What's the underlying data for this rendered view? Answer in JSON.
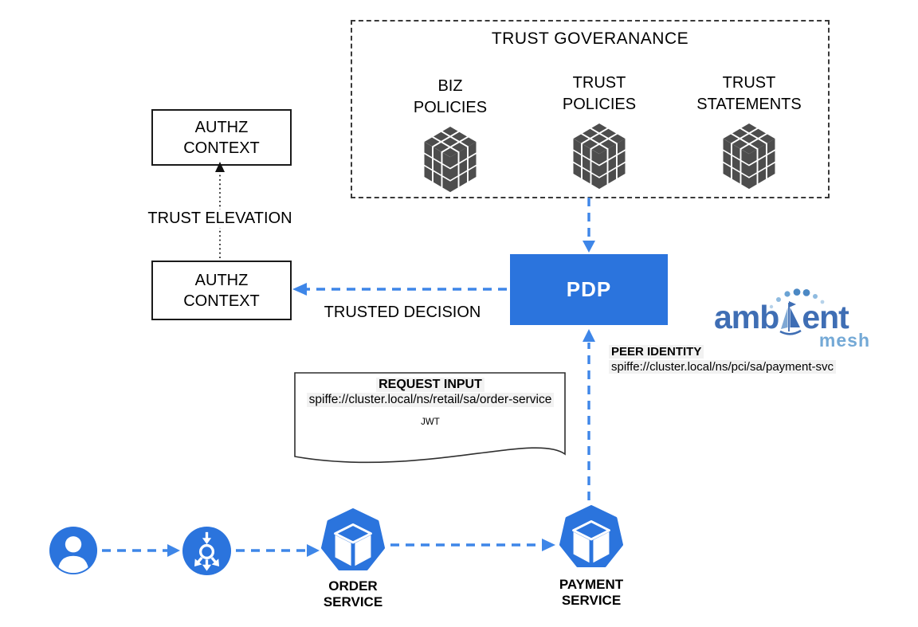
{
  "governance": {
    "title": "TRUST GOVERANANCE",
    "items": [
      {
        "line1": "BIZ",
        "line2": "POLICIES"
      },
      {
        "line1": "TRUST",
        "line2": "POLICIES"
      },
      {
        "line1": "TRUST",
        "line2": "STATEMENTS"
      }
    ]
  },
  "authz_top": {
    "line1": "AUTHZ",
    "line2": "CONTEXT"
  },
  "authz_bottom": {
    "line1": "AUTHZ",
    "line2": "CONTEXT"
  },
  "flow_labels": {
    "trust_elevation": "TRUST ELEVATION",
    "trusted_decision": "TRUSTED DECISION"
  },
  "pdp": {
    "label": "PDP"
  },
  "peer_identity": {
    "title": "PEER IDENTITY",
    "value": "spiffe://cluster.local/ns/pci/sa/payment-svc"
  },
  "request_input": {
    "title": "REQUEST INPUT",
    "value": "spiffe://cluster.local/ns/retail/sa/order-service",
    "token": "JWT"
  },
  "services": {
    "order": {
      "line1": "ORDER",
      "line2": "SERVICE"
    },
    "payment": {
      "line1": "PAYMENT",
      "line2": "SERVICE"
    }
  },
  "logo": {
    "word_start": "amb",
    "word_end": "ent",
    "subtitle": "mesh"
  },
  "colors": {
    "shape_blue": "#2b74dd",
    "arrow_blue": "#3e86e8",
    "cube_gray": "#4d4d4d",
    "logo_blue": "#3f6eb4",
    "logo_light_blue": "#74a9d6",
    "highlight_gray": "#f2f2f2"
  }
}
